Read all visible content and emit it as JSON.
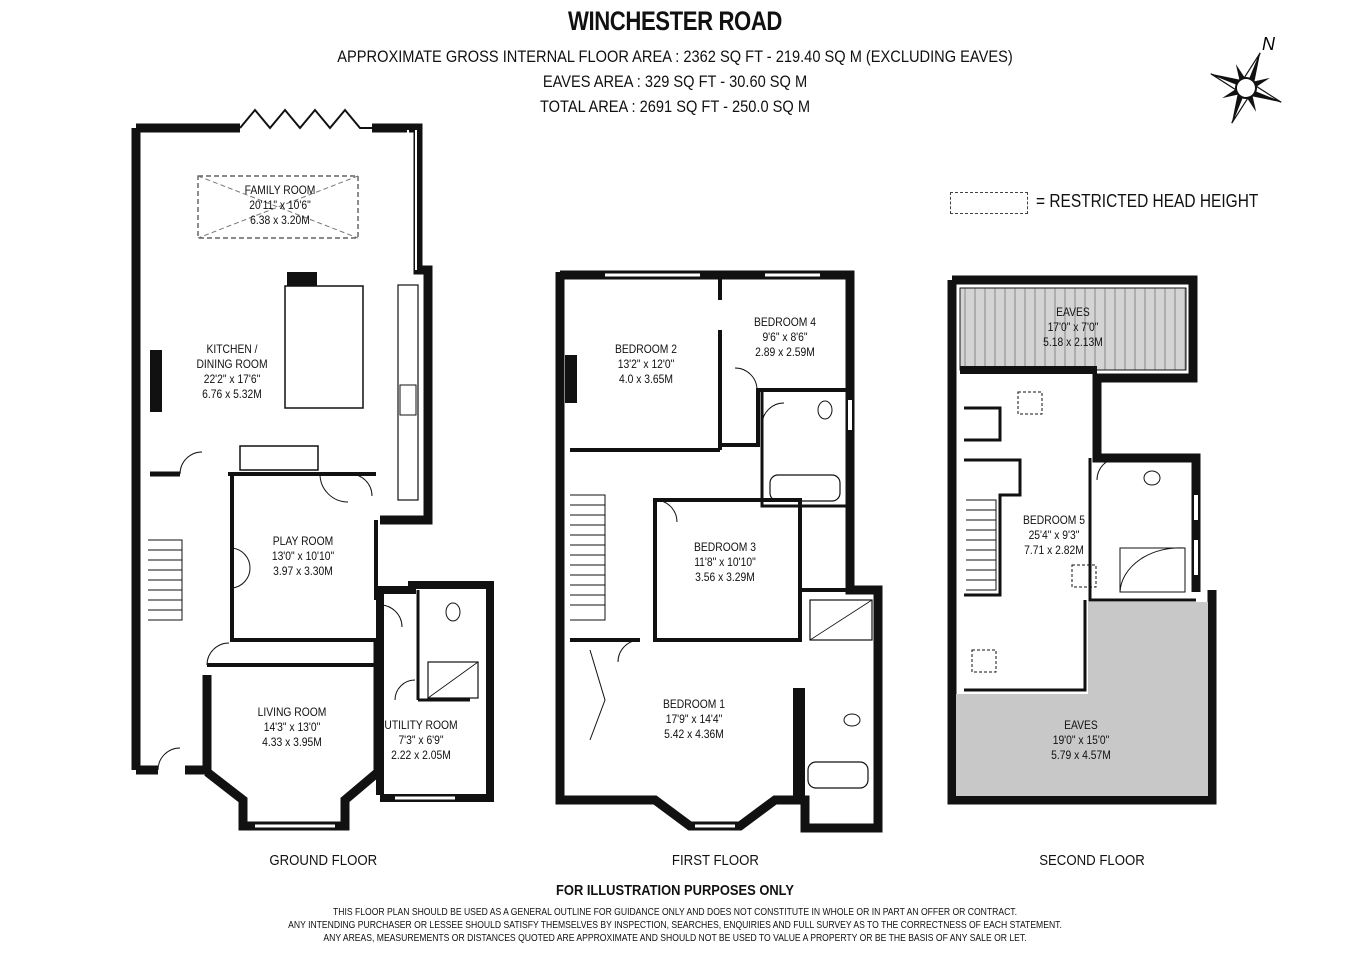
{
  "header": {
    "title": "WINCHESTER ROAD",
    "gross_area": "APPROXIMATE GROSS INTERNAL FLOOR AREA : 2362 SQ FT - 219.40 SQ M (EXCLUDING EAVES)",
    "eaves_area": "EAVES AREA : 329 SQ FT - 30.60 SQ M",
    "total_area": "TOTAL AREA : 2691 SQ FT - 250.0 SQ M"
  },
  "compass": {
    "label": "N"
  },
  "legend": {
    "text": "= RESTRICTED HEAD HEIGHT"
  },
  "floors": {
    "ground": {
      "label": "GROUND FLOOR",
      "rooms": {
        "family": {
          "name": "FAMILY ROOM",
          "imperial": "20'11\" x 10'6\"",
          "metric": "6.38 x 3.20M"
        },
        "kitchen": {
          "name": "KITCHEN /",
          "name2": "DINING ROOM",
          "imperial": "22'2\" x 17'6\"",
          "metric": "6.76 x 5.32M"
        },
        "play": {
          "name": "PLAY ROOM",
          "imperial": "13'0\" x 10'10\"",
          "metric": "3.97 x 3.30M"
        },
        "living": {
          "name": "LIVING ROOM",
          "imperial": "14'3\" x 13'0\"",
          "metric": "4.33 x 3.95M"
        },
        "utility": {
          "name": "UTILITY ROOM",
          "imperial": "7'3\" x 6'9\"",
          "metric": "2.22 x 2.05M"
        }
      }
    },
    "first": {
      "label": "FIRST FLOOR",
      "rooms": {
        "bed2": {
          "name": "BEDROOM 2",
          "imperial": "13'2\" x 12'0\"",
          "metric": "4.0 x 3.65M"
        },
        "bed4": {
          "name": "BEDROOM 4",
          "imperial": "9'6\" x 8'6\"",
          "metric": "2.89 x 2.59M"
        },
        "bed3": {
          "name": "BEDROOM 3",
          "imperial": "11'8\" x 10'10\"",
          "metric": "3.56 x 3.29M"
        },
        "bed1": {
          "name": "BEDROOM 1",
          "imperial": "17'9\" x 14'4\"",
          "metric": "5.42 x 4.36M"
        }
      }
    },
    "second": {
      "label": "SECOND FLOOR",
      "rooms": {
        "eaves_top": {
          "name": "EAVES",
          "imperial": "17'0\" x 7'0\"",
          "metric": "5.18 x 2.13M"
        },
        "bed5": {
          "name": "BEDROOM 5",
          "imperial": "25'4\" x 9'3\"",
          "metric": "7.71 x 2.82M"
        },
        "eaves_bottom": {
          "name": "EAVES",
          "imperial": "19'0\" x 15'0\"",
          "metric": "5.79 x 4.57M"
        }
      }
    }
  },
  "disclaimer": {
    "heading": "FOR ILLUSTRATION PURPOSES ONLY",
    "line1": "THIS FLOOR PLAN SHOULD BE USED AS A GENERAL OUTLINE FOR GUIDANCE ONLY AND DOES NOT CONSTITUTE IN WHOLE OR IN PART AN OFFER OR CONTRACT.",
    "line2": "ANY INTENDING PURCHASER OR LESSEE SHOULD SATISFY THEMSELVES BY INSPECTION, SEARCHES, ENQUIRIES AND FULL SURVEY AS TO THE CORRECTNESS OF EACH STATEMENT.",
    "line3": "ANY AREAS, MEASUREMENTS OR DISTANCES QUOTED ARE APPROXIMATE AND SHOULD NOT BE USED TO VALUE A PROPERTY OR BE THE BASIS OF ANY SALE OR LET."
  },
  "colors": {
    "wall": "#111111",
    "eaves_fill": "#c8c8c8",
    "background": "#ffffff"
  }
}
